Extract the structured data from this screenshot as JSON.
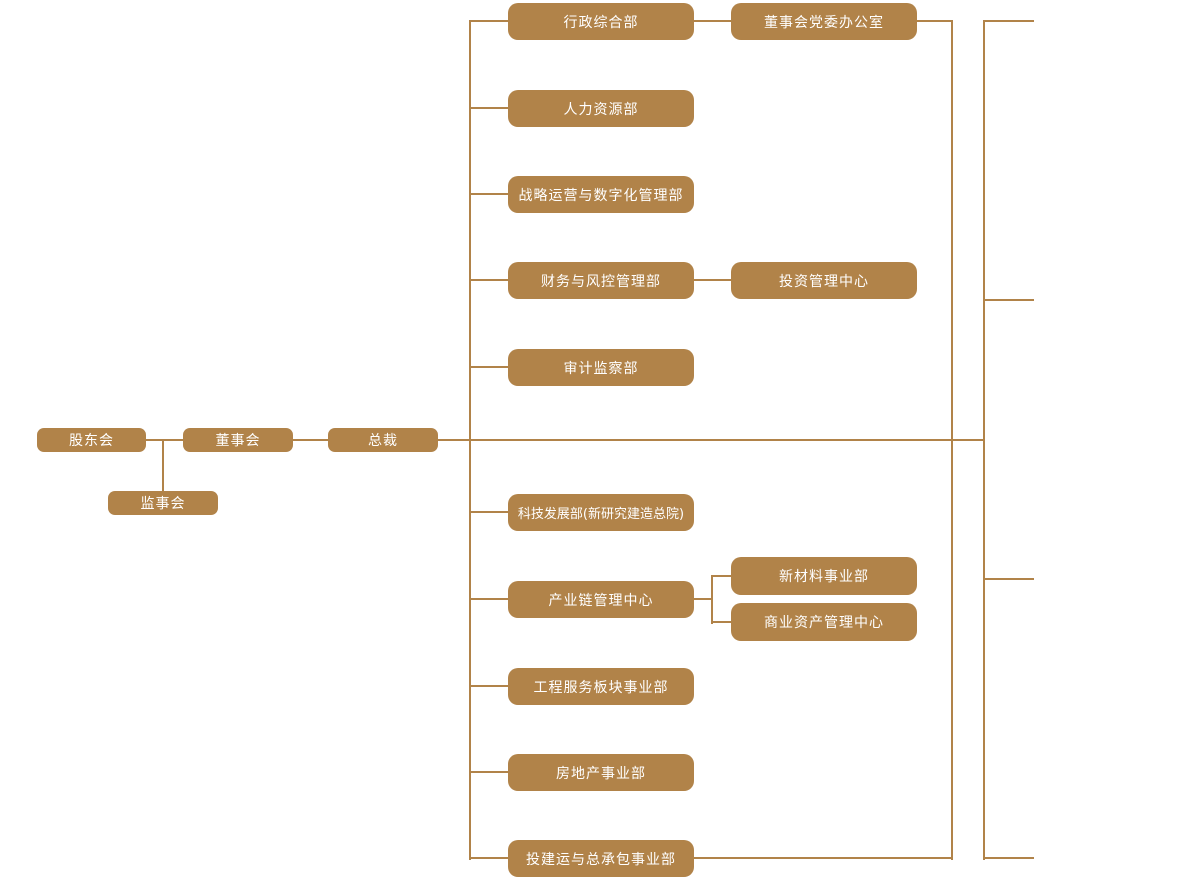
{
  "diagram": {
    "type": "org-chart",
    "background": "#ffffff",
    "node_fill": "#b18349",
    "line_color": "#b18349",
    "text_color": "#ffffff"
  },
  "nodes": {
    "shareholders": {
      "label": "股东会"
    },
    "board": {
      "label": "董事会"
    },
    "president": {
      "label": "总裁"
    },
    "supervisory": {
      "label": "监事会"
    },
    "admin": {
      "label": "行政综合部"
    },
    "party_office": {
      "label": "董事会党委办公室"
    },
    "hr": {
      "label": "人力资源部"
    },
    "strategy": {
      "label": "战略运营与数字化管理部"
    },
    "finance": {
      "label": "财务与风控管理部"
    },
    "investment": {
      "label": "投资管理中心"
    },
    "audit": {
      "label": "审计监察部"
    },
    "tech": {
      "label": "科技发展部(新研究建造总院)"
    },
    "industry_chain": {
      "label": "产业链管理中心"
    },
    "new_materials": {
      "label": "新材料事业部"
    },
    "commercial_assets": {
      "label": "商业资产管理中心"
    },
    "engineering": {
      "label": "工程服务板块事业部"
    },
    "real_estate": {
      "label": "房地产事业部"
    },
    "epc": {
      "label": "投建运与总承包事业部"
    }
  },
  "hierarchy": {
    "edges": [
      [
        "股东会",
        "董事会"
      ],
      [
        "股东会",
        "监事会"
      ],
      [
        "董事会",
        "总裁"
      ],
      [
        "总裁",
        "行政综合部"
      ],
      [
        "总裁",
        "人力资源部"
      ],
      [
        "总裁",
        "战略运营与数字化管理部"
      ],
      [
        "总裁",
        "财务与风控管理部"
      ],
      [
        "总裁",
        "审计监察部"
      ],
      [
        "总裁",
        "科技发展部(新研究建造总院)"
      ],
      [
        "总裁",
        "产业链管理中心"
      ],
      [
        "总裁",
        "工程服务板块事业部"
      ],
      [
        "总裁",
        "房地产事业部"
      ],
      [
        "总裁",
        "投建运与总承包事业部"
      ],
      [
        "行政综合部",
        "董事会党委办公室"
      ],
      [
        "财务与风控管理部",
        "投资管理中心"
      ],
      [
        "产业链管理中心",
        "新材料事业部"
      ],
      [
        "产业链管理中心",
        "商业资产管理中心"
      ]
    ]
  }
}
